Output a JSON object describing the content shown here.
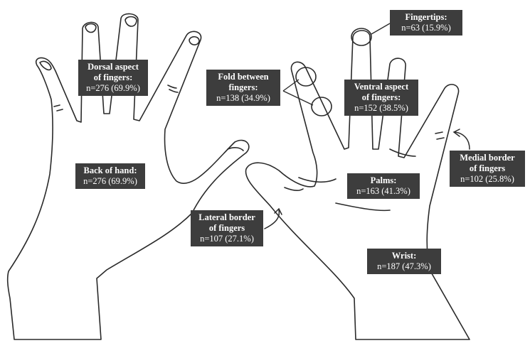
{
  "labels": {
    "dorsal": {
      "title_line1": "Dorsal aspect",
      "title_line2": "of fingers:",
      "count": "n=276 (69.9%)"
    },
    "back": {
      "title_line1": "Back of hand:",
      "count": "n=276 (69.9%)"
    },
    "lateral": {
      "title_line1": "Lateral border",
      "title_line2": "of fingers",
      "count": "n=107 (27.1%)"
    },
    "fold": {
      "title_line1": "Fold between",
      "title_line2": "fingers:",
      "count": "n=138 (34.9%)"
    },
    "fingertips": {
      "title_line1": "Fingertips:",
      "count": "n=63 (15.9%)"
    },
    "ventral": {
      "title_line1": "Ventral aspect",
      "title_line2": "of fingers:",
      "count": "n=152 (38.5%)"
    },
    "palms": {
      "title_line1": "Palms:",
      "count": "n=163 (41.3%)"
    },
    "medial": {
      "title_line1": "Medial border",
      "title_line2": "of fingers",
      "count": "n=102 (25.8%)"
    },
    "wrist": {
      "title_line1": "Wrist:",
      "count": "n=187 (47.3%)"
    }
  },
  "colors": {
    "label_bg": "#3d3d3d",
    "label_text": "#ffffff",
    "outline": "#2a2a2a"
  }
}
